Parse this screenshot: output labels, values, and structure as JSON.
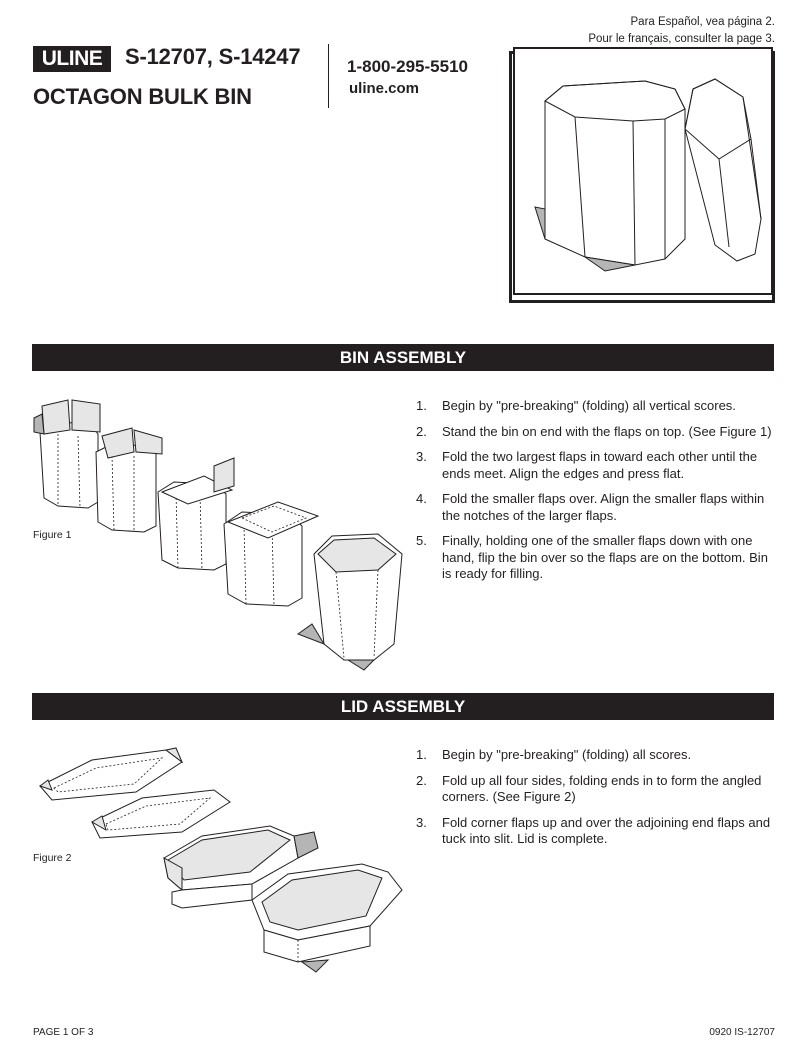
{
  "header": {
    "lang_note_es": "Para Español, vea página 2.",
    "lang_note_fr": "Pour le français, consulter la page 3.",
    "logo_text": "ULINE",
    "model_numbers": "S-12707, S-14247",
    "product_name": "OCTAGON BULK BIN",
    "phone": "1-800-295-5510",
    "website": "uline.com"
  },
  "bin_assembly": {
    "title": "BIN ASSEMBLY",
    "figure_label": "Figure 1",
    "steps": [
      {
        "num": "1.",
        "text": "Begin by \"pre-breaking\" (folding) all vertical scores."
      },
      {
        "num": "2.",
        "text": "Stand the bin on end with the flaps on top. (See Figure 1)"
      },
      {
        "num": "3.",
        "text": "Fold the two largest flaps in toward each other until the ends meet. Align the edges and press flat."
      },
      {
        "num": "4.",
        "text": "Fold the smaller flaps over. Align the smaller flaps within the notches of the larger flaps."
      },
      {
        "num": "5.",
        "text": "Finally, holding one of the smaller flaps down with one hand, flip the bin over so the flaps are on the bottom. Bin is ready for filling."
      }
    ]
  },
  "lid_assembly": {
    "title": "LID ASSEMBLY",
    "figure_label": "Figure 2",
    "steps": [
      {
        "num": "1.",
        "text": "Begin by \"pre-breaking\" (folding) all scores."
      },
      {
        "num": "2.",
        "text": "Fold up all four sides, folding ends in to form the angled corners. (See Figure 2)"
      },
      {
        "num": "3.",
        "text": "Fold corner flaps up and over the adjoining end flaps and tuck into slit. Lid is complete."
      }
    ]
  },
  "footer": {
    "page": "PAGE 1 OF 3",
    "doc_code": "0920 IS-12707"
  }
}
